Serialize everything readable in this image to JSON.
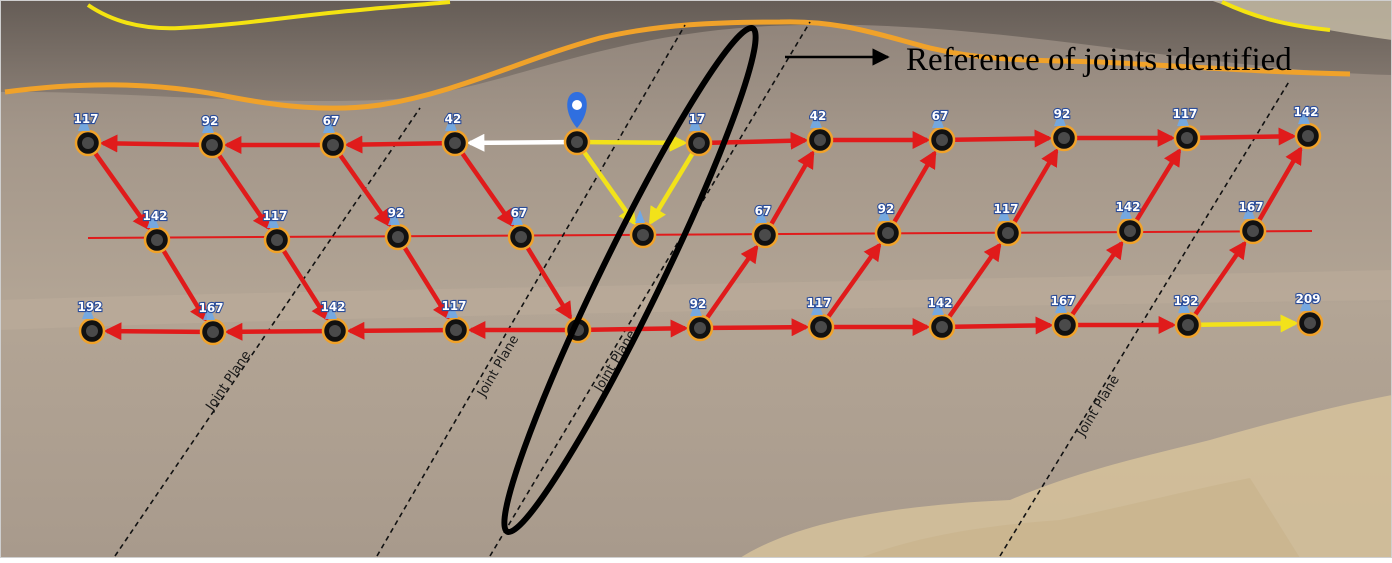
{
  "figure": {
    "callout": "Reference of joints identified",
    "joint_plane_label": "Joint Plane",
    "colors": {
      "connection_red": "#e01b1b",
      "connection_yellow": "#f2e21a",
      "connection_white": "#ffffff",
      "boundary_yellow": "#f4e311",
      "boundary_orange": "#f0a22a",
      "joint_plane_line": "#111111",
      "highlight_ellipse": "#000000",
      "marker_blue": "#2f6fe0",
      "badge_blue": "#6fa8e8"
    },
    "joint_planes": [
      {
        "id": "jp1",
        "label_shown": true
      },
      {
        "id": "jp2",
        "label_shown": true
      },
      {
        "id": "jp3",
        "label_shown": true
      },
      {
        "id": "jp4",
        "label_shown": true
      },
      {
        "id": "jp5",
        "label_shown": false
      }
    ],
    "rows": {
      "top": [
        {
          "id": "T1",
          "value": "117"
        },
        {
          "id": "T2",
          "value": "92"
        },
        {
          "id": "T3",
          "value": "67"
        },
        {
          "id": "T4",
          "value": "42"
        },
        {
          "id": "T5",
          "value": "",
          "marker": "location-pin-icon"
        },
        {
          "id": "T6",
          "value": "17"
        },
        {
          "id": "T7",
          "value": "42"
        },
        {
          "id": "T8",
          "value": "67"
        },
        {
          "id": "T9",
          "value": "92"
        },
        {
          "id": "T10",
          "value": "117"
        },
        {
          "id": "T11",
          "value": "142"
        }
      ],
      "middle": [
        {
          "id": "M1",
          "value": "142"
        },
        {
          "id": "M2",
          "value": "117"
        },
        {
          "id": "M3",
          "value": "92"
        },
        {
          "id": "M4",
          "value": "67"
        },
        {
          "id": "M5",
          "value": "",
          "marker": "small-arrow"
        },
        {
          "id": "M6",
          "value": "67"
        },
        {
          "id": "M7",
          "value": "92"
        },
        {
          "id": "M8",
          "value": "117"
        },
        {
          "id": "M9",
          "value": "142"
        },
        {
          "id": "M10",
          "value": "167"
        }
      ],
      "bottom": [
        {
          "id": "B1",
          "value": "192"
        },
        {
          "id": "B2",
          "value": "167"
        },
        {
          "id": "B3",
          "value": "142"
        },
        {
          "id": "B4",
          "value": "117"
        },
        {
          "id": "B5",
          "value": ""
        },
        {
          "id": "B6",
          "value": "92"
        },
        {
          "id": "B7",
          "value": "117"
        },
        {
          "id": "B8",
          "value": "142"
        },
        {
          "id": "B9",
          "value": "167"
        },
        {
          "id": "B10",
          "value": "192"
        },
        {
          "id": "B11",
          "value": "209"
        }
      ]
    },
    "connections": [
      {
        "from": "T2",
        "to": "T1",
        "color": "red"
      },
      {
        "from": "T3",
        "to": "T2",
        "color": "red"
      },
      {
        "from": "T4",
        "to": "T3",
        "color": "red"
      },
      {
        "from": "T5",
        "to": "T4",
        "color": "white"
      },
      {
        "from": "T5",
        "to": "T6",
        "color": "yellow"
      },
      {
        "from": "T6",
        "to": "T7",
        "color": "red"
      },
      {
        "from": "T7",
        "to": "T8",
        "color": "red"
      },
      {
        "from": "T8",
        "to": "T9",
        "color": "red"
      },
      {
        "from": "T9",
        "to": "T10",
        "color": "red"
      },
      {
        "from": "T10",
        "to": "T11",
        "color": "red"
      },
      {
        "from": "T5",
        "to": "M5",
        "color": "yellow"
      },
      {
        "from": "T6",
        "to": "M5",
        "color": "yellow"
      },
      {
        "from": "T1",
        "to": "M1",
        "color": "red"
      },
      {
        "from": "T2",
        "to": "M2",
        "color": "red"
      },
      {
        "from": "T3",
        "to": "M3",
        "color": "red"
      },
      {
        "from": "T4",
        "to": "M4",
        "color": "red"
      },
      {
        "from": "M6",
        "to": "T7",
        "color": "red"
      },
      {
        "from": "M7",
        "to": "T8",
        "color": "red"
      },
      {
        "from": "M8",
        "to": "T9",
        "color": "red"
      },
      {
        "from": "M9",
        "to": "T10",
        "color": "red"
      },
      {
        "from": "M10",
        "to": "T11",
        "color": "red"
      },
      {
        "from": "M1",
        "to": "B2",
        "color": "red"
      },
      {
        "from": "M2",
        "to": "B3",
        "color": "red"
      },
      {
        "from": "M3",
        "to": "B4",
        "color": "red"
      },
      {
        "from": "M4",
        "to": "B5",
        "color": "red"
      },
      {
        "from": "B6",
        "to": "M6",
        "color": "red"
      },
      {
        "from": "B7",
        "to": "M7",
        "color": "red"
      },
      {
        "from": "B8",
        "to": "M8",
        "color": "red"
      },
      {
        "from": "B9",
        "to": "M9",
        "color": "red"
      },
      {
        "from": "B10",
        "to": "M10",
        "color": "red"
      },
      {
        "from": "B2",
        "to": "B1",
        "color": "red"
      },
      {
        "from": "B3",
        "to": "B2",
        "color": "red"
      },
      {
        "from": "B4",
        "to": "B3",
        "color": "red"
      },
      {
        "from": "B5",
        "to": "B4",
        "color": "red"
      },
      {
        "from": "B5",
        "to": "B6",
        "color": "red"
      },
      {
        "from": "B6",
        "to": "B7",
        "color": "red"
      },
      {
        "from": "B7",
        "to": "B8",
        "color": "red"
      },
      {
        "from": "B8",
        "to": "B9",
        "color": "red"
      },
      {
        "from": "B9",
        "to": "B10",
        "color": "red"
      },
      {
        "from": "B10",
        "to": "B11",
        "color": "yellow"
      }
    ]
  }
}
